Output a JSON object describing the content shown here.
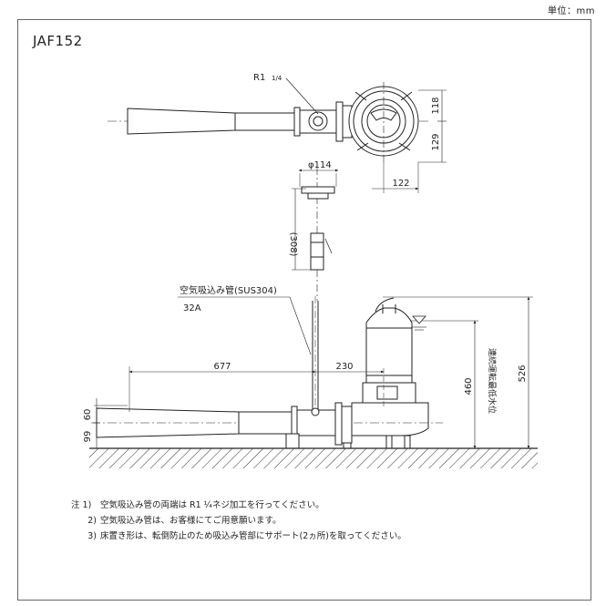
{
  "unit_label": "単位：mm",
  "model": "JAF152",
  "labels": {
    "thread": "R1",
    "thread_frac": "1/4",
    "phi114": "φ114",
    "dim308": "(308)",
    "pipe_name": "空気吸込み管(SUS304)",
    "pipe_size": "32A",
    "dim677": "677",
    "dim230": "230",
    "dim118": "118",
    "dim129": "129",
    "dim122": "122",
    "dim60": "60",
    "dim99": "99",
    "dim460": "460",
    "dim526": "526",
    "water_level": "連続運転最低水位"
  },
  "notes": [
    {
      "prefix": "注 1)",
      "text": "空気吸込み管の両端は R1 ¼ネジ加工を行ってください。"
    },
    {
      "prefix": "2)",
      "text": "空気吸込み管は、お客様にてご用意願います。"
    },
    {
      "prefix": "3)",
      "text": "床置き形は、転倒防止のため吸込み管部にサポート(2ヵ所)を取ってください。"
    }
  ]
}
